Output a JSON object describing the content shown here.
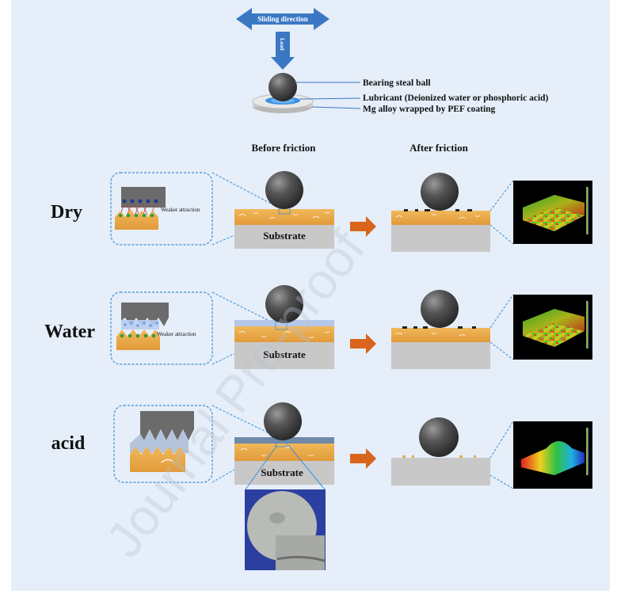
{
  "header": {
    "sliding_direction": "Sliding direction",
    "load": "Load"
  },
  "legend": {
    "ball": "Bearing steal ball",
    "lubricant": "Lubricant (Deionized water or phosphoric acid)",
    "substrate_coating": "Mg alloy wrapped by PEF coating"
  },
  "columns": {
    "before": "Before friction",
    "after": "After friction"
  },
  "rows": {
    "dry": {
      "label": "Dry",
      "attraction": "Weaker attraction",
      "substrate": "Substrate"
    },
    "water": {
      "label": "Water",
      "attraction": "Weaker attraction",
      "substrate": "Substrate"
    },
    "acid": {
      "label": "acid",
      "substrate": "Substrate"
    }
  },
  "watermark": "Journal Pre-proof",
  "colors": {
    "background": "#e5eef9",
    "arrow_blue": "#3a78c4",
    "coating": "#e9aa4a",
    "substrate": "#c8c8c8",
    "ball": "#4a4a4a",
    "process_arrow": "#d9651c",
    "callout": "#3a8fd6"
  }
}
